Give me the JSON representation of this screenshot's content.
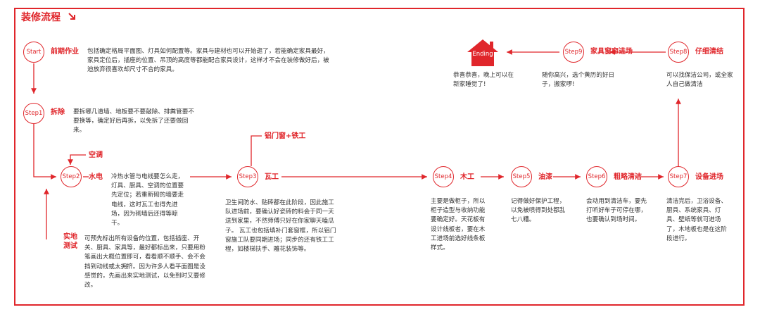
{
  "title": "装修流程",
  "colors": {
    "accent": "#e0262b",
    "text": "#333333"
  },
  "icons": {
    "title_arrow": "arrow-down-right-icon",
    "ending": "house-icon"
  },
  "steps": [
    {
      "id": "start",
      "node": "Start",
      "label": "前期作业",
      "desc": "包括确定格局平面图、灯具如何配置等。家具与建材也可以开始逛了，若能确定家具最好，家具定位后，插座的位置、吊顶的高度等都能配合家具设计，这样才不会在装修做好后，被迫放弃很喜欢却尺寸不合的家具。"
    },
    {
      "id": "step1",
      "node": "Step1",
      "label": "拆除",
      "desc": "要拆哪几道墙、地板要不要敲除、排粪管要不要换等，确定好后再拆，以免拆了还要做回来。"
    },
    {
      "id": "step2",
      "node": "Step2",
      "label": "水电",
      "desc": "冷热水管与电线要怎么走，灯具、厨具、空调的位置要先定位；若重新砌的墙要走电线，这时瓦工也得先进场，因为砌墙后还得等晾干。"
    },
    {
      "id": "step3",
      "node": "Step3",
      "label": "瓦工",
      "desc": "卫生间防水、贴砖都在此阶段，因此施工队进场前，要确认好瓷砖的料会于同一天送到家里，不然师傅只好在你家聊天嗑瓜子。 瓦工也包括填补门套窗框，所以铝门窗施工队要同期进场；同步的还有铁工工程，如楼梯扶手、雕花装饰等。"
    },
    {
      "id": "step4",
      "node": "Step4",
      "label": "木工",
      "desc": "主要是做柜子，所以柜子造型与收纳功能要确定好。天花板有设计线板者，要在木工进场前选好线条板样式。"
    },
    {
      "id": "step5",
      "node": "Step5",
      "label": "油漆",
      "desc": "记得做好保护工程，以免被喷得到处都乱七八糟。"
    },
    {
      "id": "step6",
      "node": "Step6",
      "label": "粗略清洁",
      "desc": "会动用到清洁车，要先打听好车子可停在哪，也要确认到场时间。"
    },
    {
      "id": "step7",
      "node": "Step7",
      "label": "设备进场",
      "desc": "清洁完后，卫浴设备、厨具、系统家具、灯具、壁纸等就可进场了，木地板也是在这阶段进行。"
    },
    {
      "id": "step8",
      "node": "Step8",
      "label": "仔细清结",
      "desc": "可以找保洁公司，或全家人自己做清洁"
    },
    {
      "id": "step9",
      "node": "Step9",
      "label": "家具窗帘进场",
      "desc": "随你高兴，选个黄历的好日子，搬家啰!"
    },
    {
      "id": "ending",
      "node": "Ending",
      "label": "",
      "desc": "恭喜恭喜，晚上可以在新家睡觉了!"
    }
  ],
  "side_notes": {
    "aircon": "空调",
    "aluminum": "铝门窗+铁工",
    "field_test": {
      "label": "实地测试",
      "desc": "可预先标出所有设备的位置，包括插座、开关、厨具、家具等，最好都标出来，只要用粉笔画出大概位置即可，看看顺不顺手、会不会挡到动线或太拥挤。因为许多人看平面图是没感觉的，先画出来实地测试，以免到时又要修改。"
    }
  }
}
